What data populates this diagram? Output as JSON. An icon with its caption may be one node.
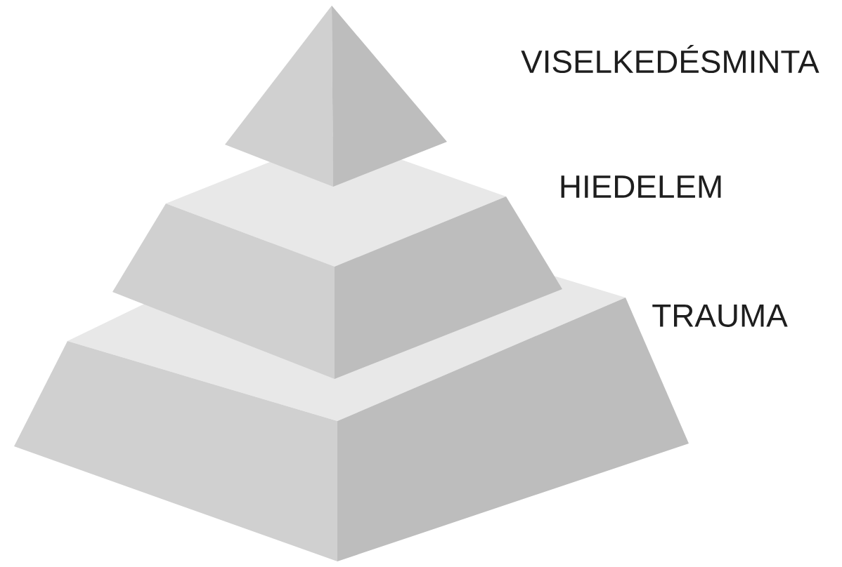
{
  "diagram": {
    "nodes": [
      {
        "text": [
          "VISELKEDÉSMINTA"
        ]
      },
      {
        "text": [
          "HIEDELEM"
        ]
      },
      {
        "text": [
          "TRAUMA"
        ]
      }
    ]
  }
}
